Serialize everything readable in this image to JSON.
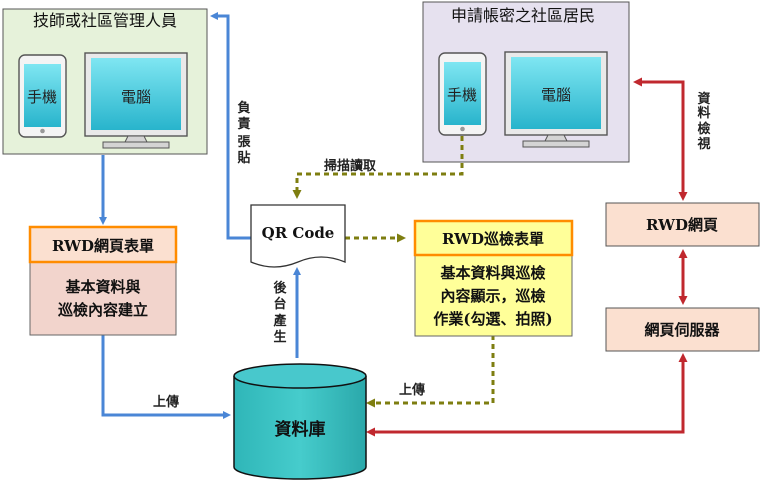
{
  "groups": {
    "left_title": "技師或社區管理人員",
    "right_title": "申請帳密之社區居民",
    "phone_label": "手機",
    "pc_label": "電腦"
  },
  "qr": {
    "label": "QR Code"
  },
  "boxes": {
    "rwd_form_title": "RWD網頁表單",
    "rwd_form_body_1": "基本資料與",
    "rwd_form_body_2": "巡檢內容建立",
    "inspect_title": "RWD巡檢表單",
    "inspect_body_1": "基本資料與巡檢",
    "inspect_body_2": "內容顯示，巡檢",
    "inspect_body_3": "作業(勾選、拍照)",
    "rwd_web": "RWD網頁",
    "web_server": "網頁伺服器",
    "database": "資料庫"
  },
  "arrows": {
    "post_label": "負責張貼",
    "scan_label": "掃描讀取",
    "view_label": "資料檢視",
    "backend_label": "後台產生",
    "upload_left": "上傳",
    "upload_right": "上傳"
  },
  "colors": {
    "blue": "#5b8fd4",
    "olive": "#8a8a16",
    "red": "#c0282e",
    "orange": "#ff8c00",
    "green_panel": "#e6f2da",
    "purple_panel": "#e6e1ef",
    "pink_box": "#f2d4cc",
    "peach_box": "#fbe0d0",
    "yellow_box": "#ffff99",
    "cyan": "#33c0c0"
  }
}
